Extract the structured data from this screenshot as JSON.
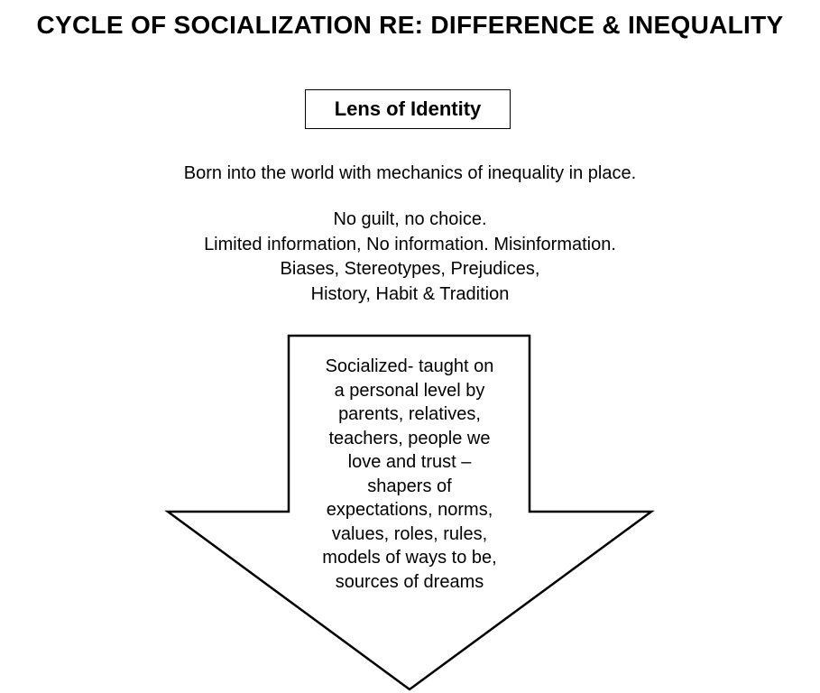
{
  "title": "CYCLE OF SOCIALIZATION RE: DIFFERENCE & INEQUALITY",
  "lens_label": "Lens of Identity",
  "born_text": "Born into the world with mechanics of inequality in place.",
  "factors": [
    "No guilt, no choice.",
    "Limited information, No information. Misinformation.",
    "Biases, Stereotypes, Prejudices,",
    "History, Habit & Tradition"
  ],
  "arrow_lines": [
    "Socialized- taught on",
    "a personal level by",
    "parents, relatives,",
    "teachers, people we",
    "love and trust –",
    "shapers of",
    "expectations, norms,",
    "values, roles, rules,",
    "models of ways to be,",
    "sources of dreams"
  ],
  "colors": {
    "background": "#ffffff",
    "text": "#000000",
    "stroke": "#000000"
  }
}
